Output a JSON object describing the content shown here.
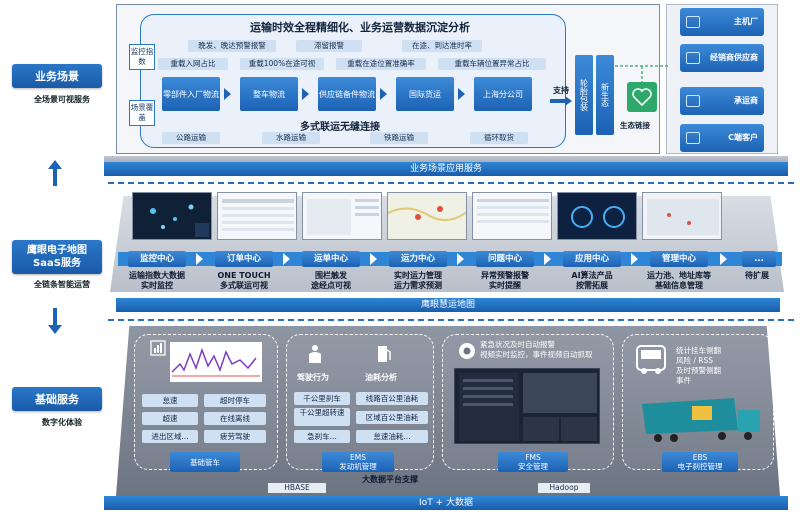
{
  "left": {
    "business_scene": "业务场景",
    "business_scene_sub": "全场景可视服务",
    "saas_line1": "鹰眼电子地图",
    "saas_line2": "SaaS服务",
    "saas_sub": "全链条智能运营",
    "base_service": "基础服务",
    "base_service_sub": "数字化体验"
  },
  "top": {
    "title": "运输时效全程精细化、业务运营数据沉淀分析",
    "monitor_tag": "监控指数",
    "scene_tag": "场景覆盖",
    "pills_row1": [
      "晚发、晚达预警报警",
      "滞留报警",
      "在途、到达准时率"
    ],
    "pills_row2": [
      "重载入网占比",
      "重载100%在途可视",
      "重载在途位置准确率",
      "重载车辆位置异常占比"
    ],
    "modes": [
      "零部件入厂物流",
      "整车物流",
      "供应链备件物流",
      "国际货运",
      "上海分公司"
    ],
    "support": "支持",
    "tire_pack": "轮胎包装",
    "new_eco": "新生态",
    "eco_link": "生态链接",
    "multi_title": "多式联运无缝连接",
    "transport": [
      "公路运输",
      "水路运输",
      "铁路运输",
      "循环取货"
    ],
    "right_buttons": [
      "主机厂",
      "经销商供应商",
      "承运商",
      "C端客户"
    ],
    "platform": "业务场景应用服务"
  },
  "middle": {
    "centers": [
      "监控中心",
      "订单中心",
      "运单中心",
      "运力中心",
      "问题中心",
      "应用中心",
      "管理中心",
      "..."
    ],
    "descs": [
      [
        "运输指数大数据",
        "实时监控"
      ],
      [
        "ONE TOUCH",
        "多式联运可视"
      ],
      [
        "围栏触发",
        "途经点可视"
      ],
      [
        "实时运力管理",
        "运力需求预测"
      ],
      [
        "异常预警报警",
        "实时提醒"
      ],
      [
        "AI算法产品",
        "按需拓展"
      ],
      [
        "运力池、地址库等",
        "基础信息管理"
      ],
      [
        "待扩展",
        ""
      ]
    ],
    "platform": "鹰眼慧运地图"
  },
  "bottom": {
    "card1": {
      "pills": [
        "怠速",
        "超速",
        "进出区域...",
        "超时停车",
        "在线离线",
        "疲劳驾驶"
      ],
      "foot": [
        "基础管车"
      ]
    },
    "card2": {
      "headers": [
        "驾驶行为",
        "油耗分析"
      ],
      "pills_left": [
        "千公里刹车",
        "千公里超转速",
        "急刹车..."
      ],
      "pills_right": [
        "线路百公里油耗",
        "区域百公里油耗",
        "怠速油耗..."
      ],
      "foot": [
        "EMS",
        "发动机管理"
      ]
    },
    "card3": {
      "text": [
        "紧急状况及时自动报警",
        "视频实时监控，事件视频自动抓取"
      ],
      "foot": [
        "FMS",
        "安全管理"
      ]
    },
    "card4": {
      "text": [
        "统计挂车侧翻",
        "风险 / RSS",
        "及时预警侧翻",
        "事件"
      ],
      "foot": [
        "EBS",
        "电子刹控管理"
      ]
    },
    "bigdata": "大数据平台支撑",
    "hbase": "HBASE",
    "hadoop": "Hadoop",
    "platform": "IoT + 大数据"
  },
  "colors": {
    "primary": "#1d62b4",
    "light": "#cfe0f3",
    "eco": "#2ca86a"
  }
}
